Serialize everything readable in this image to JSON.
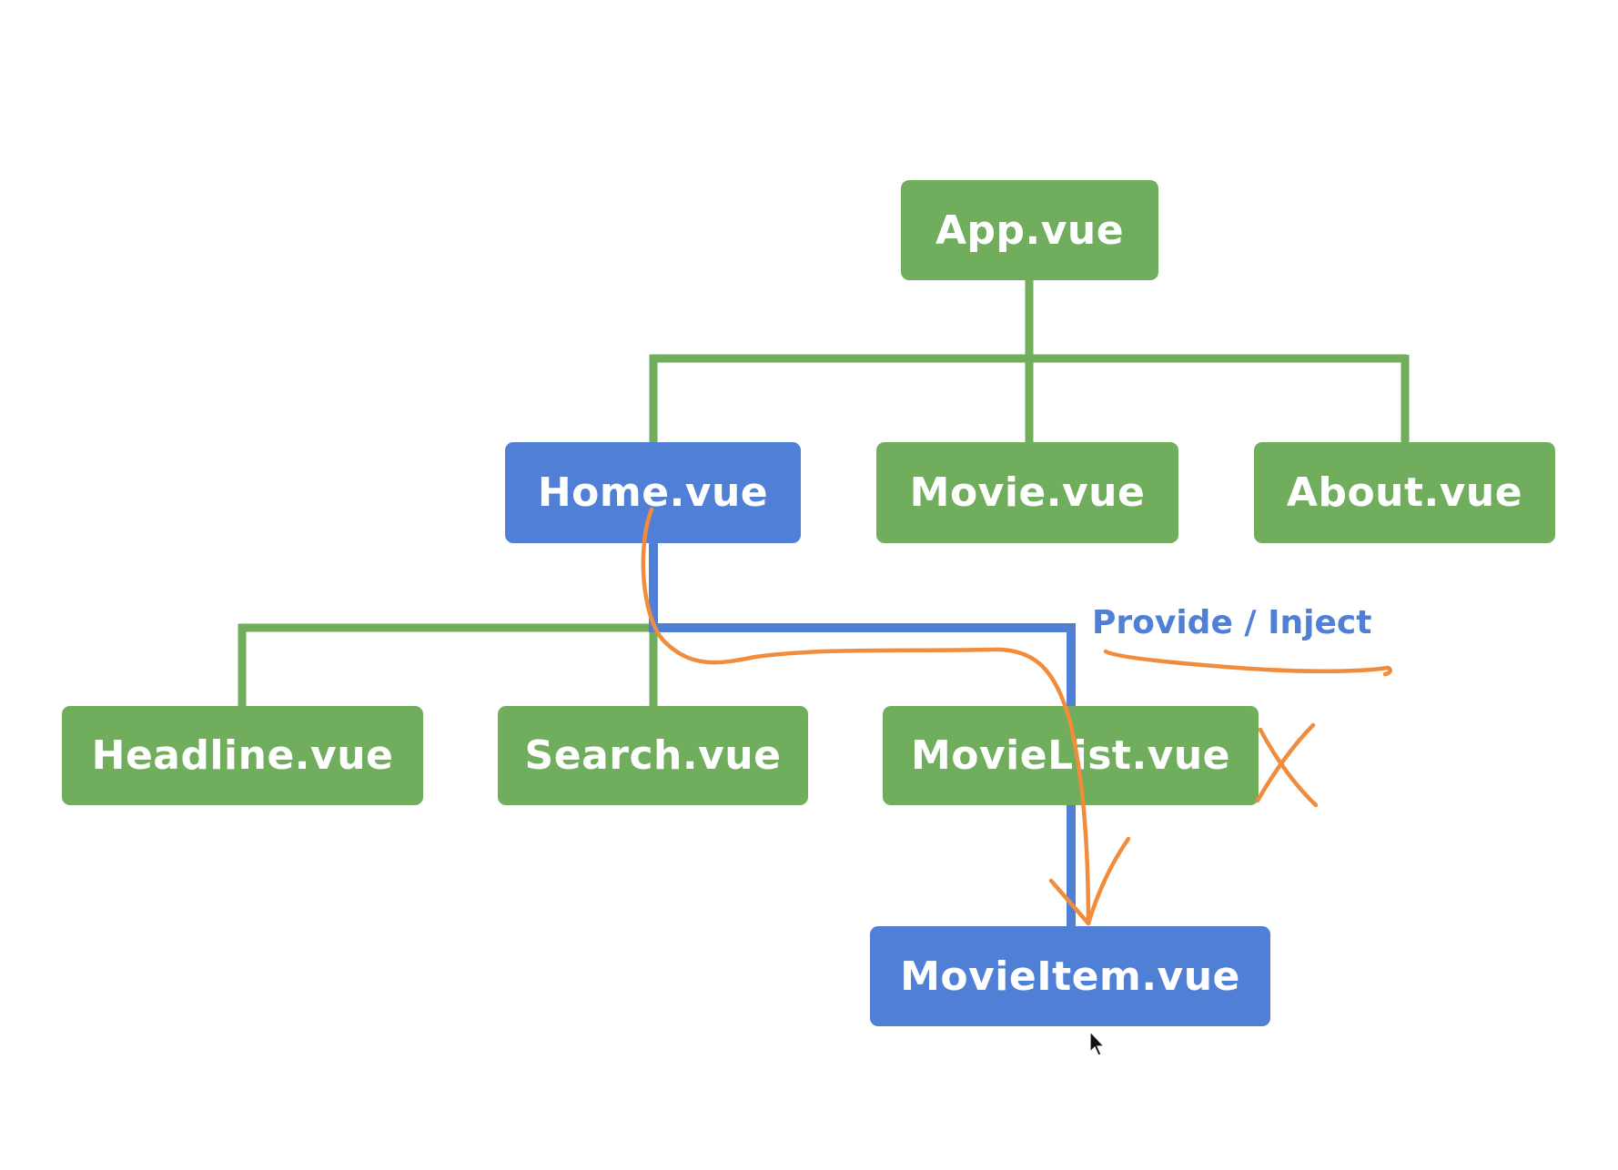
{
  "nodes": {
    "app": {
      "label": "App.vue"
    },
    "home": {
      "label": "Home.vue"
    },
    "movie": {
      "label": "Movie.vue"
    },
    "about": {
      "label": "About.vue"
    },
    "headline": {
      "label": "Headline.vue"
    },
    "search": {
      "label": "Search.vue"
    },
    "movielist": {
      "label": "MovieList.vue"
    },
    "movieitem": {
      "label": "MovieItem.vue"
    }
  },
  "annotation": {
    "provide_inject": "Provide / Inject"
  },
  "colors": {
    "green": "#70ad5c",
    "blue": "#5080d6",
    "orange": "#f08c3c"
  },
  "edges": [
    {
      "from": "app",
      "to": "home"
    },
    {
      "from": "app",
      "to": "movie"
    },
    {
      "from": "app",
      "to": "about"
    },
    {
      "from": "home",
      "to": "headline"
    },
    {
      "from": "home",
      "to": "search"
    },
    {
      "from": "home",
      "to": "movielist"
    },
    {
      "from": "movielist",
      "to": "movieitem"
    }
  ]
}
